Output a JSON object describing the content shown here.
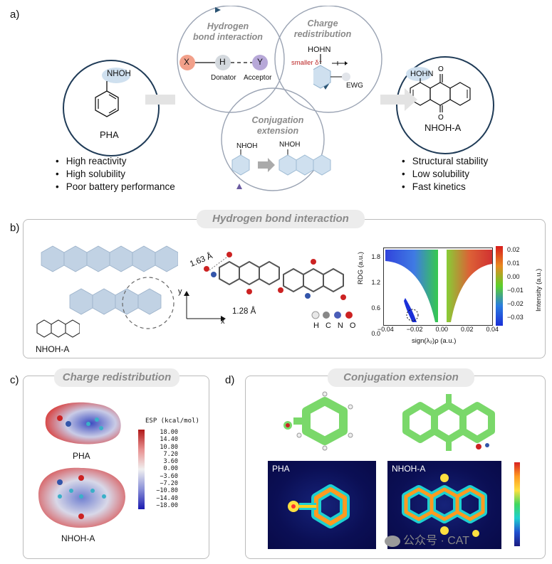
{
  "panel_a": {
    "label": "a)",
    "left": {
      "molecule_label": "PHA",
      "group": "NHOH",
      "bullets": [
        "High reactivity",
        "High solubility",
        "Poor battery performance"
      ]
    },
    "right": {
      "molecule_label": "NHOH-A",
      "group": "HOHN",
      "bullets": [
        "Structural stability",
        "Low solubility",
        "Fast kinetics"
      ]
    },
    "hbond": {
      "title_line1": "Hydrogen",
      "title_line2": "bond interaction",
      "atom_x": "X",
      "atom_h": "H",
      "atom_y": "Y",
      "donator": "Donator",
      "acceptor": "Acceptor"
    },
    "charge": {
      "title_line1": "Charge",
      "title_line2": "redistribution",
      "group": "HOHN",
      "delta": "smaller δ⁺",
      "ewg": "EWG"
    },
    "conj": {
      "title_line1": "Conjugation",
      "title_line2": "extension",
      "group1": "NHOH",
      "group2": "NHOH"
    }
  },
  "panel_b": {
    "label": "b)",
    "title": "Hydrogen bond interaction",
    "mol_label": "NHOH-A",
    "dist1": "1.63 Å",
    "dist2": "1.28 Å",
    "axis_y": "y",
    "axis_x": "x",
    "legend_atoms": [
      "H",
      "C",
      "N",
      "O"
    ],
    "rdg_plot": {
      "ylabel": "RDG (a.u.)",
      "xlabel": "sign(λ₂)ρ (a.u.)",
      "yticks": [
        "1.8",
        "1.2",
        "0.6",
        "0.0"
      ],
      "xticks": [
        "−0.04",
        "−0.02",
        "0.00",
        "0.02",
        "0.04"
      ],
      "colorbar_label": "Intensity (a.u.)",
      "colorbar_ticks": [
        "0.02",
        "0.01",
        "0.00",
        "−0.01",
        "−0.02",
        "−0.03"
      ]
    }
  },
  "panel_c": {
    "label": "c)",
    "title": "Charge redistribution",
    "mol1": "PHA",
    "mol2": "NHOH-A",
    "esp_title": "ESP (kcal/mol)",
    "esp_ticks": [
      "18.00",
      "14.40",
      "10.80",
      "7.20",
      "3.60",
      "0.00",
      "−3.60",
      "−7.20",
      "−10.80",
      "−14.40",
      "−18.00"
    ]
  },
  "panel_d": {
    "label": "d)",
    "title": "Conjugation extension",
    "map1": "PHA",
    "map2": "NHOH-A",
    "watermark": "公众号 · CAT"
  },
  "colors": {
    "frame": "#1f3b57",
    "arrow": "#e3e3e3",
    "atom_x": "#f2a08a",
    "atom_h": "#d4d9de",
    "atom_y": "#b7a8d8"
  }
}
